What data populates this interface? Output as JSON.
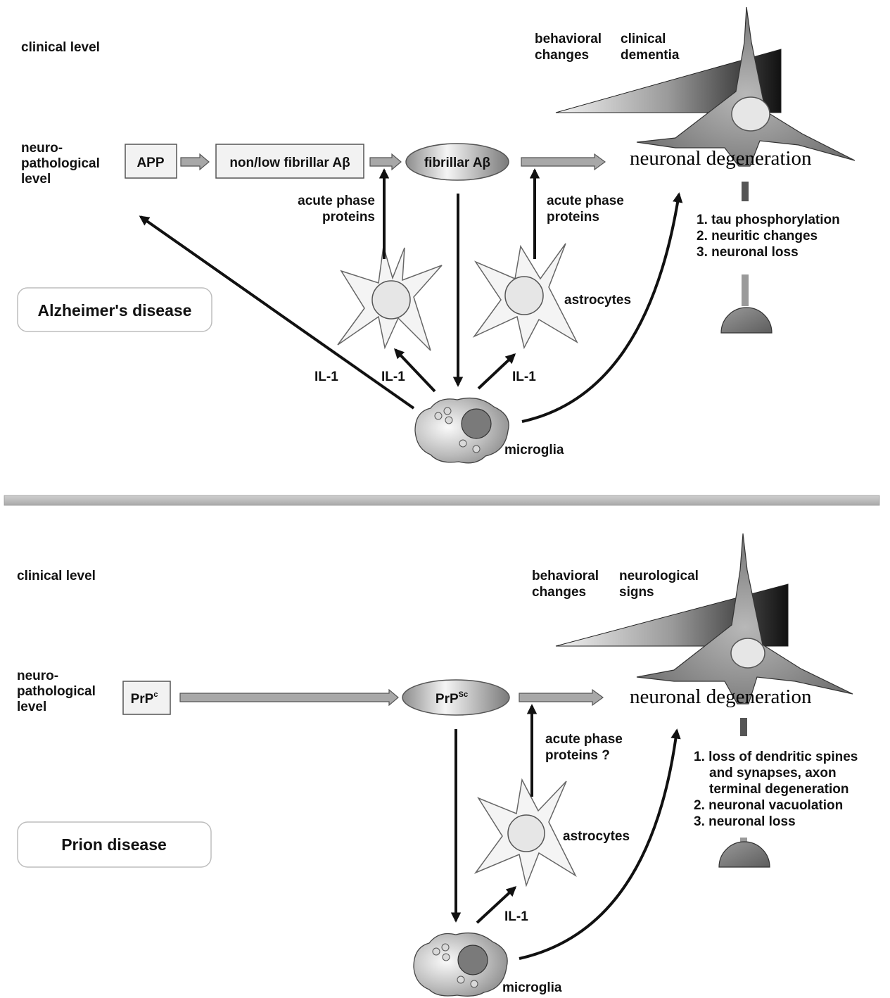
{
  "alzheimer": {
    "clinical_level": "clinical level",
    "neuro_level": [
      "neuro-",
      "pathological",
      "level"
    ],
    "app": "APP",
    "nonlow": "non/low fibrillar Aβ",
    "fibrillar": "fibrillar Aβ",
    "neuronal_degeneration": "neuronal degeneration",
    "behavioral": [
      "behavioral",
      "changes"
    ],
    "clinical_dementia": [
      "clinical",
      "dementia"
    ],
    "acute_left": [
      "acute phase",
      "proteins"
    ],
    "acute_right": [
      "acute phase",
      "proteins"
    ],
    "astrocytes": "astrocytes",
    "il1_a": "IL-1",
    "il1_b": "IL-1",
    "il1_c": "IL-1",
    "microglia": "microglia",
    "disease": "Alzheimer's disease",
    "list": [
      "1. tau phosphorylation",
      "2. neuritic changes",
      "3. neuronal loss"
    ]
  },
  "prion": {
    "clinical_level": "clinical level",
    "neuro_level": [
      "neuro-",
      "pathological",
      "level"
    ],
    "prpc": "PrP",
    "prpc_sup": "c",
    "prpsc": "PrP",
    "prpsc_sup": "Sc",
    "neuronal_degeneration": "neuronal degeneration",
    "behavioral": [
      "behavioral",
      "changes"
    ],
    "neurological_signs": [
      "neurological",
      "signs"
    ],
    "acute": [
      "acute phase",
      "proteins ?"
    ],
    "astrocytes": "astrocytes",
    "il1": "IL-1",
    "microglia": "microglia",
    "disease": "Prion disease",
    "list": [
      "1. loss of dendritic spines",
      "and synapses, axon",
      "terminal degeneration",
      "2. neuronal vacuolation",
      "3. neuronal loss"
    ]
  }
}
